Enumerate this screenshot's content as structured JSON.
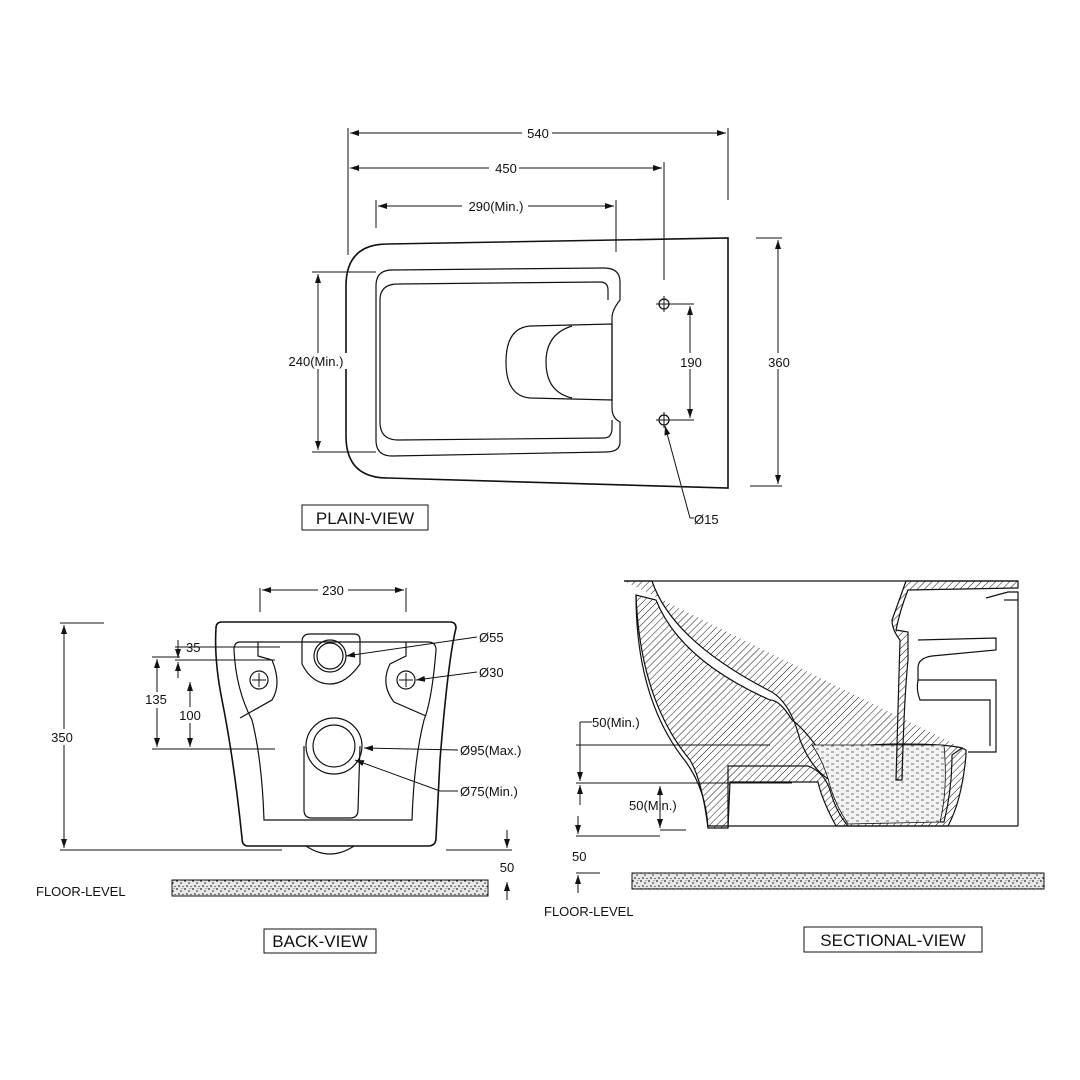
{
  "views": {
    "plain": {
      "title": "PLAIN-VIEW",
      "dims": {
        "overall_length": "540",
        "fixing_length": "450",
        "bowl_opening": "290(Min.)",
        "bowl_width": "240(Min.)",
        "fixing_spacing": "190",
        "overall_width": "360",
        "fixing_hole": "Ø15"
      }
    },
    "back": {
      "title": "BACK-VIEW",
      "dims": {
        "fixing_centres": "230",
        "inlet_diameter": "Ø55",
        "fixing_hole": "Ø30",
        "hole_offset": "35",
        "inlet_height": "135",
        "fixing_height": "100",
        "overall_height": "350",
        "outlet_max": "Ø95(Max.)",
        "outlet_min": "Ø75(Min.)",
        "floor_gap": "50"
      },
      "floor_label": "FLOOR-LEVEL"
    },
    "sectional": {
      "title": "SECTIONAL-VIEW",
      "dims": {
        "water_depth": "50(Min.)",
        "seal_depth": "50(Min.)",
        "floor_gap": "50"
      },
      "floor_label": "FLOOR-LEVEL"
    }
  },
  "colors": {
    "line": "#111111",
    "background": "#ffffff",
    "water_hatch": "#555555"
  },
  "icons": [
    "fixing-hole-crosshair",
    "floor-speckle-pattern",
    "section-hatch-pattern"
  ]
}
